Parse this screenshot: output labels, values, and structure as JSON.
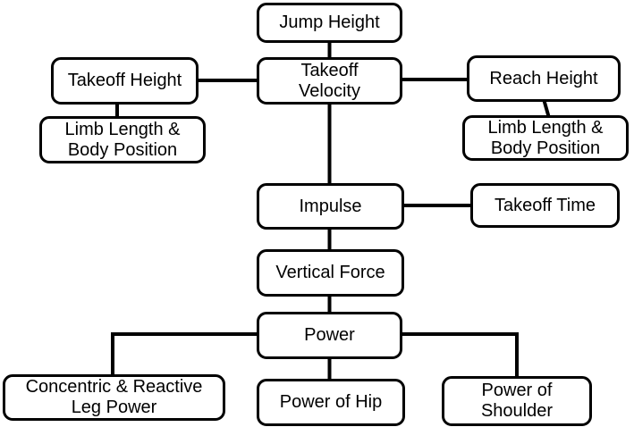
{
  "diagram": {
    "nodes": {
      "jump_height": "Jump Height",
      "takeoff_height": "Takeoff Height",
      "takeoff_velocity": "Takeoff\nVelocity",
      "reach_height": "Reach Height",
      "limb_length_body_position_left": "Limb Length &\nBody Position",
      "limb_length_body_position_right": "Limb Length &\nBody Position",
      "impulse": "Impulse",
      "takeoff_time": "Takeoff Time",
      "vertical_force": "Vertical Force",
      "power": "Power",
      "concentric_reactive_leg_power": "Concentric & Reactive\nLeg Power",
      "power_of_hip": "Power of Hip",
      "power_of_shoulder": "Power of\nShoulder"
    },
    "colors": {
      "background": "#ffffff",
      "node_fill": "#ffffff",
      "line": "#000000",
      "text": "#000000"
    }
  }
}
